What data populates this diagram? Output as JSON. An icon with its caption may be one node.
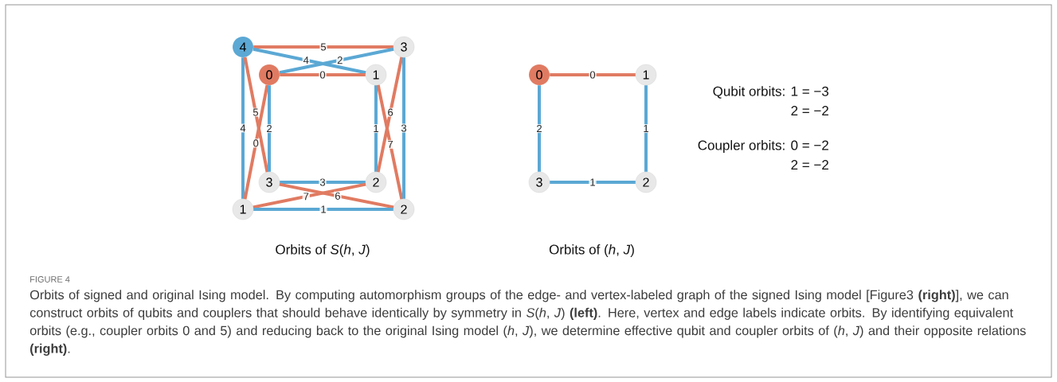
{
  "diagram": {
    "caption": "Orbits of signed and original Ising model. By computing automorphism groups of the edge- and vertex-labeled graph of the signed Ising model [Figure3 **(right)**], we can construct orbits of qubits and couplers that should behave identically by symmetry in *S*(*h*, *J*) **(left)**. Here, vertex and edge labels indicate orbits. By identifying equivalent orbits (e.g., coupler orbits 0 and 5) and reducing back to the original Ising model (*h*, *J*), we determine effective qubit and coupler orbits of (*h*, *J*) and their opposite relations **(right)**.",
    "nodes": [
      {
        "text": [
          "4"
        ]
      },
      {
        "text": [
          "3"
        ]
      },
      {
        "text": [
          "0"
        ]
      },
      {
        "text": [
          "1"
        ]
      },
      {
        "text": [
          "3"
        ]
      },
      {
        "text": [
          "2"
        ]
      },
      {
        "text": [
          "1"
        ]
      },
      {
        "text": [
          "2"
        ]
      },
      {
        "text": [
          "0"
        ]
      },
      {
        "text": [
          "1"
        ]
      },
      {
        "text": [
          "3"
        ]
      },
      {
        "text": [
          "2"
        ]
      }
    ],
    "edges": [
      {
        "from": 0,
        "to": 1,
        "arrow": "none",
        "label": "5",
        "color": "#e07b62"
      },
      {
        "from": 0,
        "to": 3,
        "arrow": "none",
        "label": "4"
      },
      {
        "from": 2,
        "to": 1,
        "arrow": "none",
        "label": "2"
      },
      {
        "from": 2,
        "to": 3,
        "arrow": "none",
        "label": "0",
        "color": "#e07b62"
      },
      {
        "from": 0,
        "to": 6,
        "arrow": "none",
        "label": "4"
      },
      {
        "from": 0,
        "to": 4,
        "arrow": "none",
        "label": "5",
        "color": "#e07b62"
      },
      {
        "from": 2,
        "to": 6,
        "arrow": "none",
        "label": "0",
        "color": "#e07b62"
      },
      {
        "from": 2,
        "to": 4,
        "arrow": "none",
        "label": "2"
      },
      {
        "from": 3,
        "to": 5,
        "arrow": "none",
        "label": "1"
      },
      {
        "from": 1,
        "to": 5,
        "arrow": "none",
        "label": "6",
        "color": "#e07b62"
      },
      {
        "from": 3,
        "to": 7,
        "arrow": "none",
        "label": "7",
        "color": "#e07b62"
      },
      {
        "from": 1,
        "to": 7,
        "arrow": "none",
        "label": "3"
      },
      {
        "from": 4,
        "to": 5,
        "arrow": "none",
        "label": "3"
      },
      {
        "from": 6,
        "to": 5,
        "arrow": "none",
        "label": "7",
        "color": "#e07b62"
      },
      {
        "from": 4,
        "to": 7,
        "arrow": "none",
        "label": "6",
        "color": "#e07b62"
      },
      {
        "from": 6,
        "to": 7,
        "arrow": "none",
        "label": "1"
      },
      {
        "from": 8,
        "to": 9,
        "arrow": "none",
        "label": "0",
        "color": "#e07b62"
      },
      {
        "from": 8,
        "to": 10,
        "arrow": "none",
        "label": "2"
      },
      {
        "from": 9,
        "to": 11,
        "arrow": "none",
        "label": "1"
      },
      {
        "from": 10,
        "to": 11,
        "arrow": "none",
        "label": "1"
      }
    ],
    "labels": [
      "Qubit orbits: 1 = −3",
      "2 = −2",
      "Coupler orbits: 0 = −2",
      "2 = −2",
      "Orbits of *S*(*h*, *J*)",
      "Orbits of (*h*, *J*)",
      "FIGURE 4"
    ]
  }
}
